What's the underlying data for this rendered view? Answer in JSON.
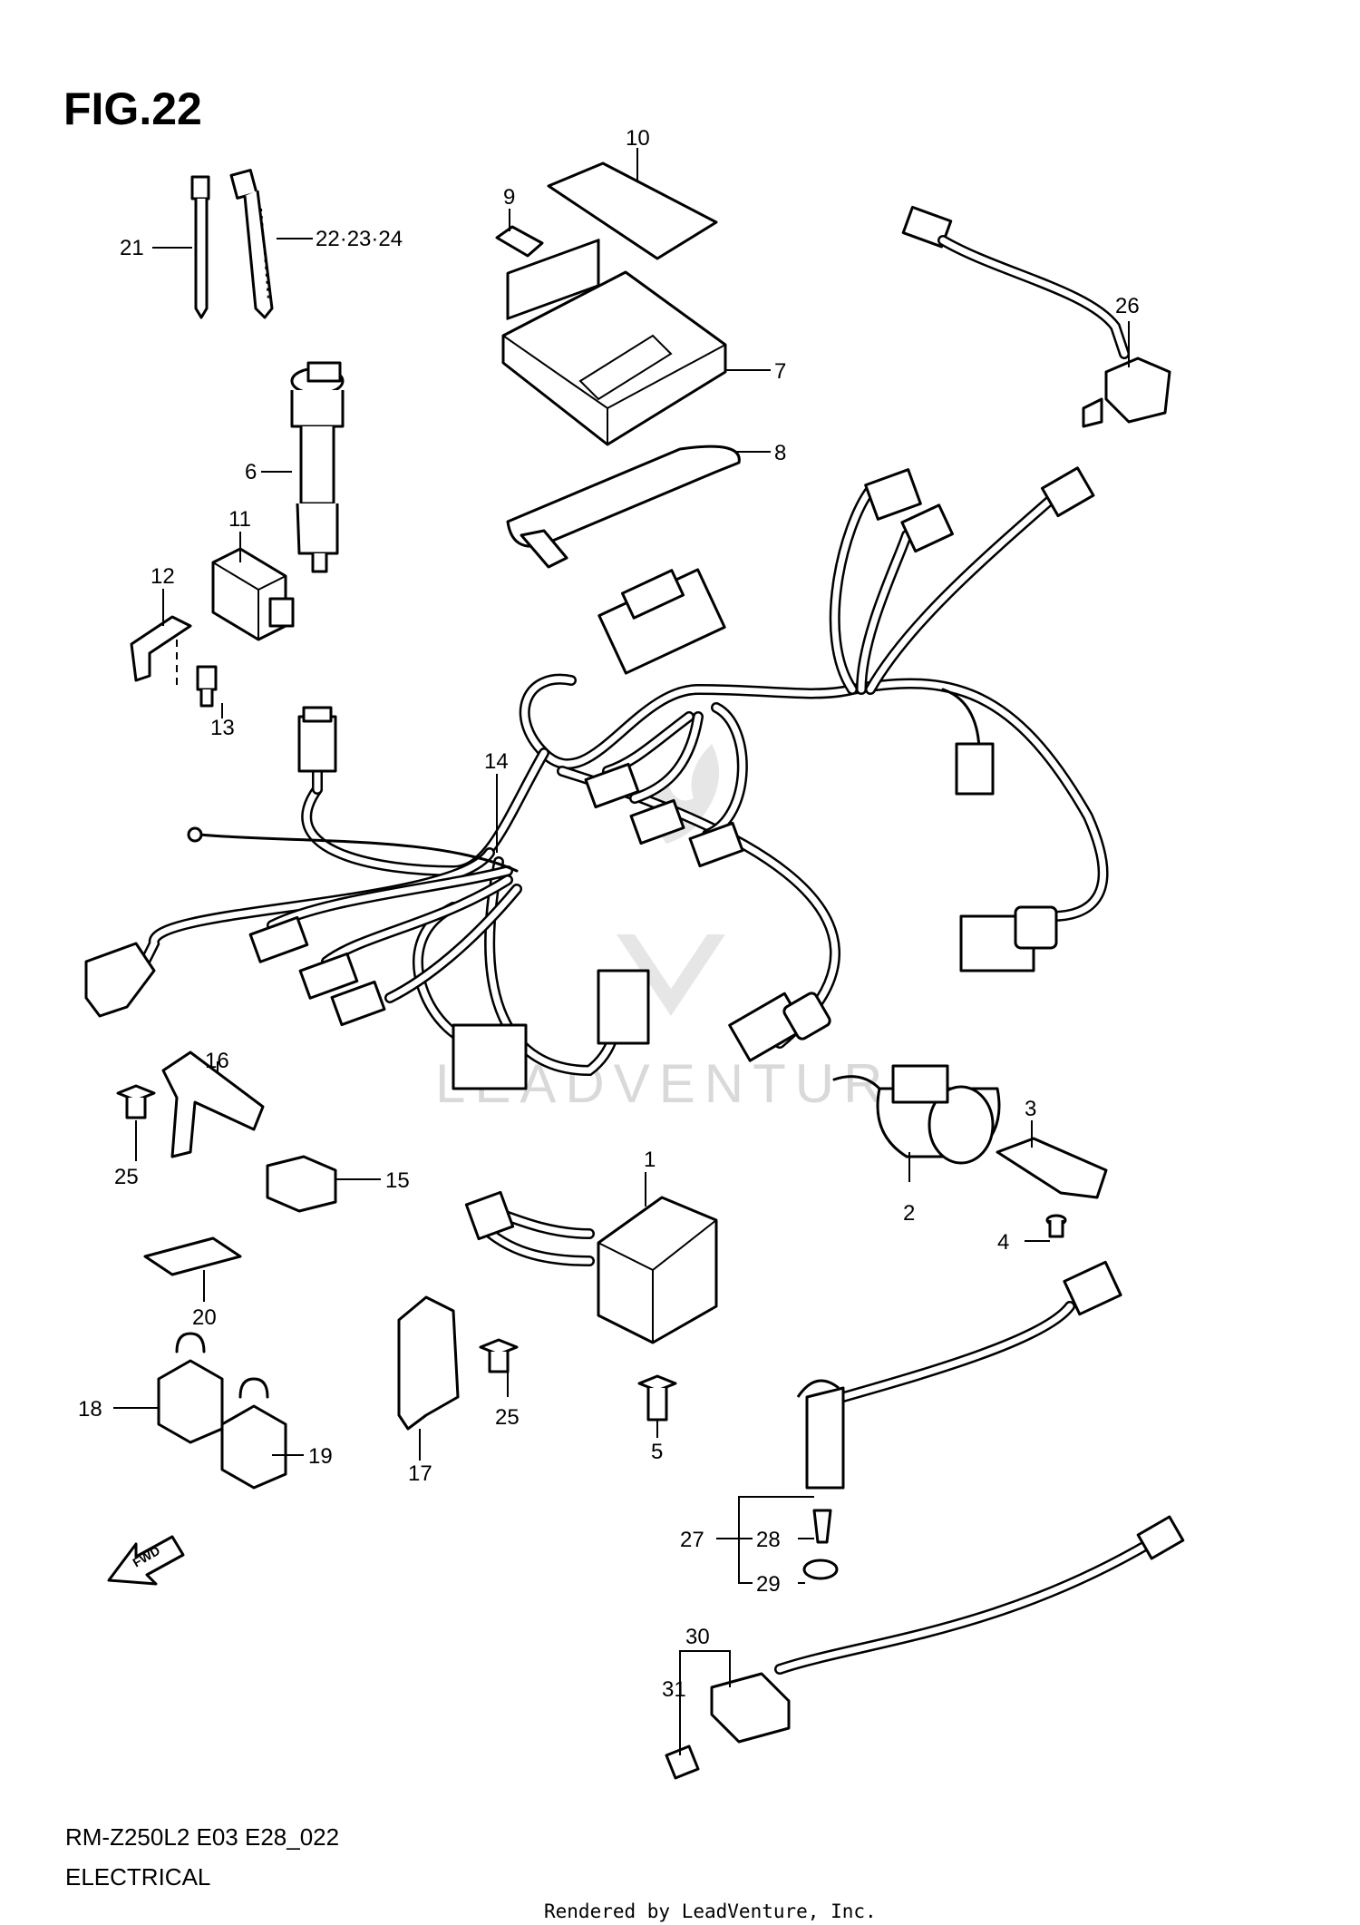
{
  "figure_title": "FIG.22",
  "watermark": "LEADVENTURE",
  "model_code": "RM-Z250L2 E03 E28_022",
  "section_name": "ELECTRICAL",
  "credit": "Rendered by LeadVenture, Inc.",
  "fwd_label": "FWD",
  "callouts": [
    "1",
    "2",
    "3",
    "4",
    "5",
    "6",
    "7",
    "8",
    "9",
    "10",
    "11",
    "12",
    "13",
    "14",
    "15",
    "16",
    "17",
    "18",
    "19",
    "20",
    "21",
    "22·23·24",
    "25",
    "25",
    "26",
    "27",
    "28",
    "29",
    "30",
    "31"
  ]
}
